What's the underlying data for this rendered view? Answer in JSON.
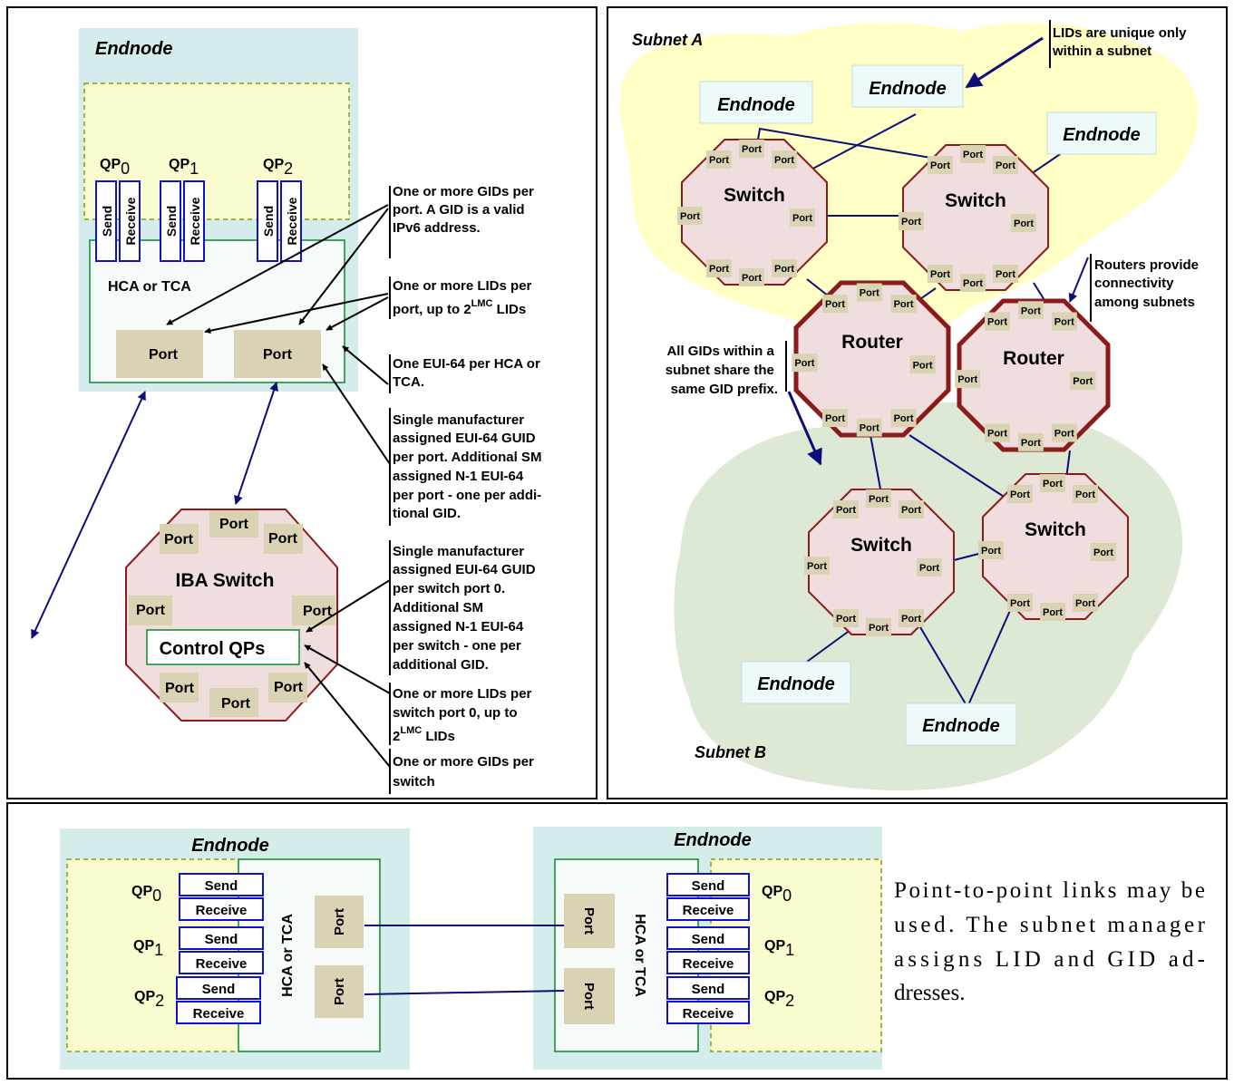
{
  "colors": {
    "endnode_bg": "#d5ecec",
    "qp_area": "#fbfbd0",
    "qp_dash": "#8aa000",
    "hca_border": "#0a8a2a",
    "hca_bg": "#f6fbf9",
    "port_bg": "#d9d3b4",
    "queue_border": "#1010d0",
    "switch_fill": "#f0dddd",
    "switch_stroke": "#8b1a1a",
    "link": "#0d0d7a",
    "subnet_a": "#ffffc6",
    "subnet_b": "#dde8d5"
  },
  "panel1": {
    "endnode_title": "Endnode",
    "qps": [
      {
        "qp": "QP",
        "sub": "0",
        "send": "Send",
        "receive": "Receive"
      },
      {
        "qp": "QP",
        "sub": "1",
        "send": "Send",
        "receive": "Receive"
      },
      {
        "qp": "QP",
        "sub": "2",
        "send": "Send",
        "receive": "Receive"
      }
    ],
    "hca_label": "HCA or TCA",
    "port_label": "Port",
    "switch_title": "IBA Switch",
    "control_qps": "Control QPs",
    "notes": {
      "n1": [
        "One or more GIDs per",
        "port. A GID is a valid",
        "IPv6 address."
      ],
      "n2a": "One or more LIDs per",
      "n2b": "port, up to 2",
      "n2sup": "LMC",
      "n2c": " LIDs",
      "n3": [
        "One EUI-64 per HCA or",
        "TCA."
      ],
      "n4": [
        "Single manufacturer",
        "assigned EUI-64 GUID",
        "per port. Additional SM",
        "assigned N-1 EUI-64",
        "per port - one per addi-",
        "tional GID."
      ],
      "n5": [
        "Single manufacturer",
        "assigned EUI-64 GUID",
        "per switch port 0.",
        "Additional SM",
        "assigned N-1 EUI-64",
        "per switch - one per",
        "additional GID."
      ],
      "n6a": [
        "One or more LIDs per",
        "switch port 0, up to"
      ],
      "n6b": "2",
      "n6sup": "LMC",
      "n6c": " LIDs",
      "n7": [
        "One or more GIDs per",
        "switch"
      ]
    }
  },
  "panel2": {
    "subnet_a": "Subnet A",
    "subnet_b": "Subnet B",
    "endnode": "Endnode",
    "switch": "Switch",
    "router": "Router",
    "port": "Port",
    "note_lid": [
      "LIDs are unique only",
      "within a subnet"
    ],
    "note_router": [
      "Routers provide",
      "connectivity",
      "among subnets"
    ],
    "note_gid": [
      "All GIDs within a",
      "subnet share the",
      "same GID prefix."
    ]
  },
  "panel3": {
    "endnode": "Endnode",
    "send": "Send",
    "receive": "Receive",
    "qp": "QP",
    "hca_label": "HCA or TCA",
    "port": "Port",
    "caption": [
      "Point-to-point links may be",
      "used. The subnet manager",
      "assigns LID and GID ad-",
      "dresses."
    ]
  }
}
